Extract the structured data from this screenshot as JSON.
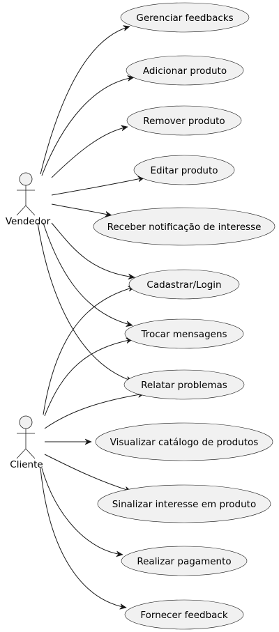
{
  "actors": [
    {
      "id": "vendedor",
      "label": "Vendedor"
    },
    {
      "id": "cliente",
      "label": "Cliente"
    }
  ],
  "use_cases": [
    {
      "id": "gerenciar",
      "label": "Gerenciar feedbacks"
    },
    {
      "id": "adicionar",
      "label": "Adicionar produto"
    },
    {
      "id": "remover",
      "label": "Remover produto"
    },
    {
      "id": "editar",
      "label": "Editar produto"
    },
    {
      "id": "receber",
      "label": "Receber notificação de interesse"
    },
    {
      "id": "cadastrar",
      "label": "Cadastrar/Login"
    },
    {
      "id": "trocar",
      "label": "Trocar mensagens"
    },
    {
      "id": "relatar",
      "label": "Relatar problemas"
    },
    {
      "id": "visualizar",
      "label": "Visualizar catálogo de produtos"
    },
    {
      "id": "sinalizar",
      "label": "Sinalizar interesse em produto"
    },
    {
      "id": "pagamento",
      "label": "Realizar pagamento"
    },
    {
      "id": "fornecer",
      "label": "Fornecer feedback"
    }
  ],
  "associations": [
    {
      "from": "vendedor",
      "to": "gerenciar"
    },
    {
      "from": "vendedor",
      "to": "adicionar"
    },
    {
      "from": "vendedor",
      "to": "remover"
    },
    {
      "from": "vendedor",
      "to": "editar"
    },
    {
      "from": "vendedor",
      "to": "receber"
    },
    {
      "from": "vendedor",
      "to": "cadastrar"
    },
    {
      "from": "vendedor",
      "to": "trocar"
    },
    {
      "from": "vendedor",
      "to": "relatar"
    },
    {
      "from": "cliente",
      "to": "cadastrar"
    },
    {
      "from": "cliente",
      "to": "trocar"
    },
    {
      "from": "cliente",
      "to": "relatar"
    },
    {
      "from": "cliente",
      "to": "visualizar"
    },
    {
      "from": "cliente",
      "to": "sinalizar"
    },
    {
      "from": "cliente",
      "to": "pagamento"
    },
    {
      "from": "cliente",
      "to": "fornecer"
    }
  ],
  "colors": {
    "shape_fill": "#f1f1f1",
    "stroke": "#181818",
    "background": "#ffffff"
  }
}
